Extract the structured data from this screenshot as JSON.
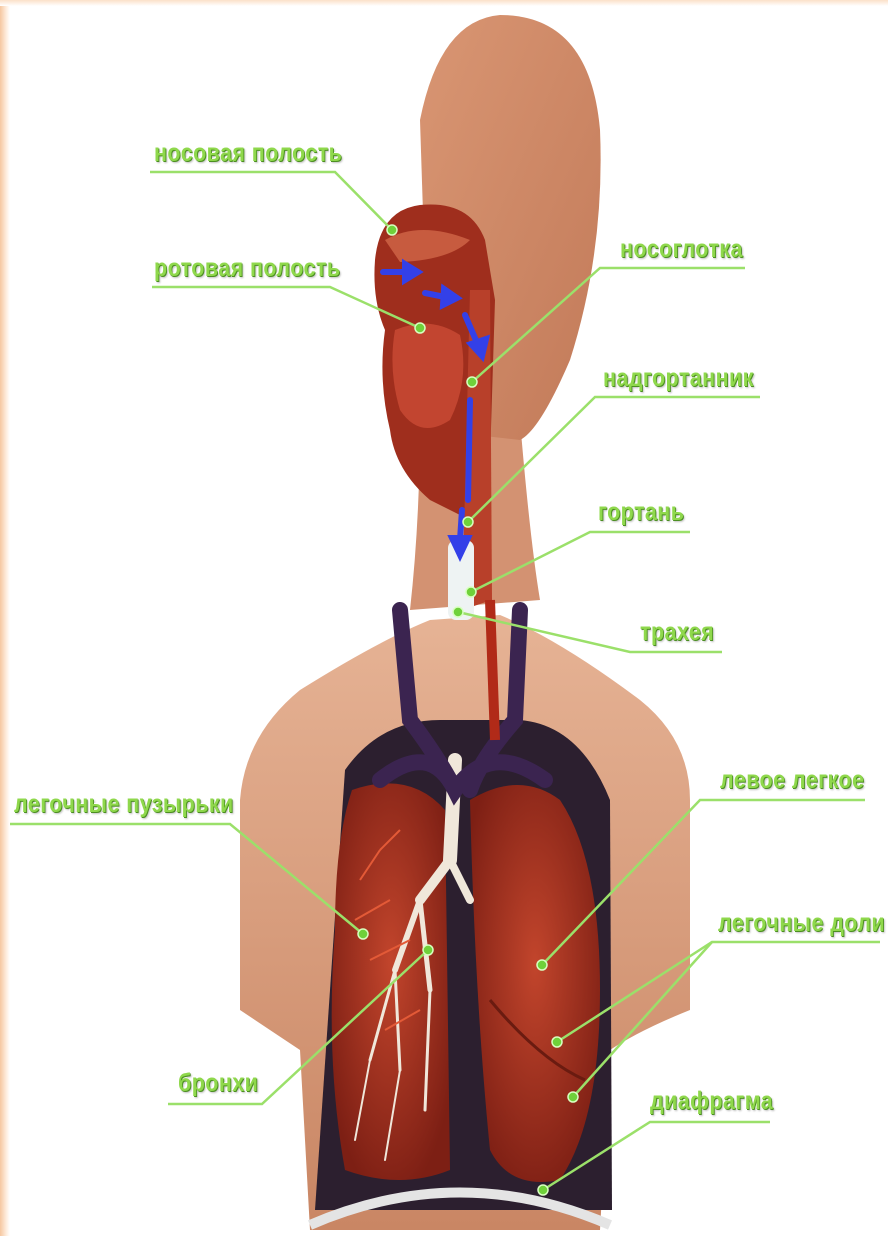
{
  "labels": {
    "nasal_cavity": "носовая полость",
    "oral_cavity": "ротовая полость",
    "nasopharynx": "носоглотка",
    "epiglottis": "надгортанник",
    "larynx": "гортань",
    "trachea": "трахея",
    "alveoli": "легочные пузырьки",
    "left_lung": "левое легкое",
    "lung_lobes": "легочные доли",
    "bronchi": "бронхи",
    "diaphragm": "диафрагма"
  },
  "colors": {
    "label_green": "#8fd84c",
    "leader_line": "#9be06a",
    "marker": "#6fd13a",
    "skin": "#d89c76",
    "tissue_red": "#a8321f",
    "airflow_arrow": "#3340e8",
    "vein_purple": "#3b2450"
  }
}
